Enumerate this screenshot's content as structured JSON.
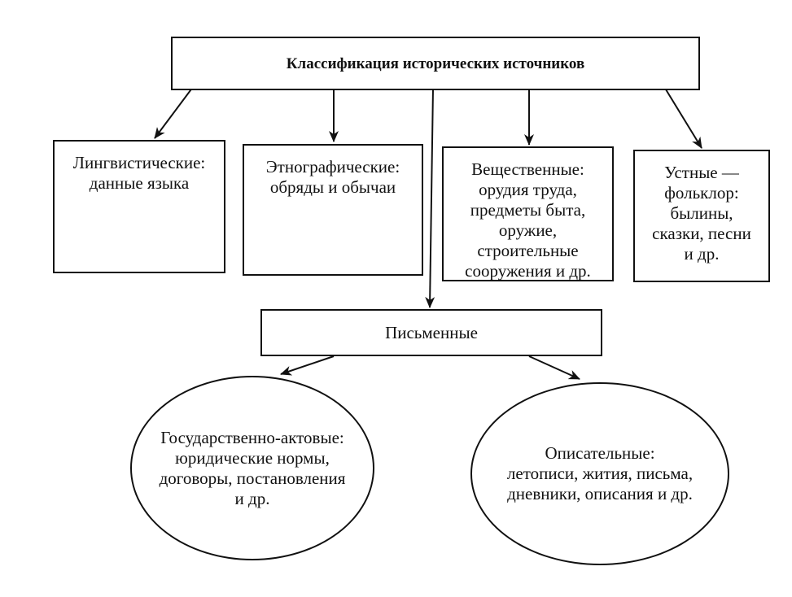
{
  "title": "Классификация исторических источников",
  "categories": [
    {
      "id": "linguistic",
      "lines": [
        "Лингвистические:",
        "данные языка"
      ]
    },
    {
      "id": "ethnographic",
      "lines": [
        "Этнографические:",
        "обряды и обычаи"
      ]
    },
    {
      "id": "material",
      "lines": [
        "Вещественные:",
        "орудия труда,",
        "предметы быта,",
        "оружие,",
        "строительные",
        "сооружения и др."
      ]
    },
    {
      "id": "oral",
      "lines": [
        "Устные —",
        "фольклор:",
        "былины,",
        "сказки, песни",
        "и др."
      ]
    }
  ],
  "written": {
    "label": "Письменные",
    "subtypes": [
      {
        "id": "official",
        "lines": [
          "Государственно-актовые:",
          "юридические нормы,",
          "договоры, постановления",
          "и др."
        ]
      },
      {
        "id": "descriptive",
        "lines": [
          "Описательные:",
          "летописи, жития, письма,",
          "дневники, описания и др."
        ]
      }
    ]
  }
}
